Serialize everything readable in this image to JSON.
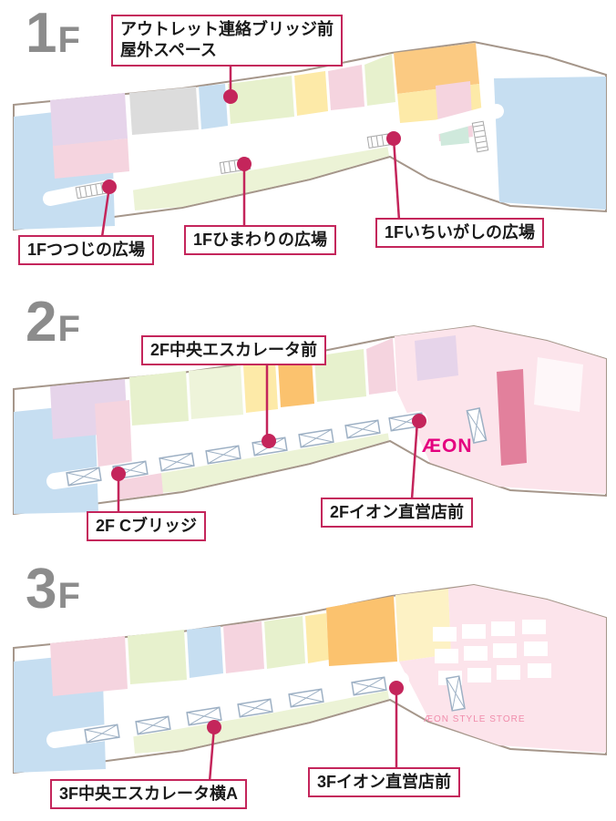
{
  "palette": {
    "accent": "#c4255b",
    "aeon_magenta": "#e4007f",
    "aeon_store_pink": "#f08cab",
    "floor_number_gray": "#8c8c8c",
    "map_outline": "#a5968a"
  },
  "floors": [
    {
      "name": "1F",
      "big": "1",
      "small": "F",
      "markers": [
        {
          "id": "outlet-bridge",
          "lines": [
            "アウトレット連絡ブリッジ前",
            "屋外スペース"
          ]
        },
        {
          "id": "tsutsuji-plaza",
          "lines": [
            "1Fつつじの広場"
          ]
        },
        {
          "id": "himawari-plaza",
          "lines": [
            "1Fひまわりの広場"
          ]
        },
        {
          "id": "ichiigashi-plaza",
          "lines": [
            "1Fいちいがしの広場"
          ]
        }
      ]
    },
    {
      "name": "2F",
      "big": "2",
      "small": "F",
      "logo": "ÆON",
      "markers": [
        {
          "id": "central-escalator",
          "lines": [
            "2F中央エスカレータ前"
          ]
        },
        {
          "id": "c-bridge",
          "lines": [
            "2F Cブリッジ"
          ]
        },
        {
          "id": "aeon-store-front",
          "lines": [
            "2Fイオン直営店前"
          ]
        }
      ]
    },
    {
      "name": "3F",
      "big": "3",
      "small": "F",
      "logo": "ÆON STYLE STORE",
      "markers": [
        {
          "id": "central-escalator-side-a",
          "lines": [
            "3F中央エスカレータ横A"
          ]
        },
        {
          "id": "aeon-store-front",
          "lines": [
            "3Fイオン直営店前"
          ]
        }
      ]
    }
  ]
}
